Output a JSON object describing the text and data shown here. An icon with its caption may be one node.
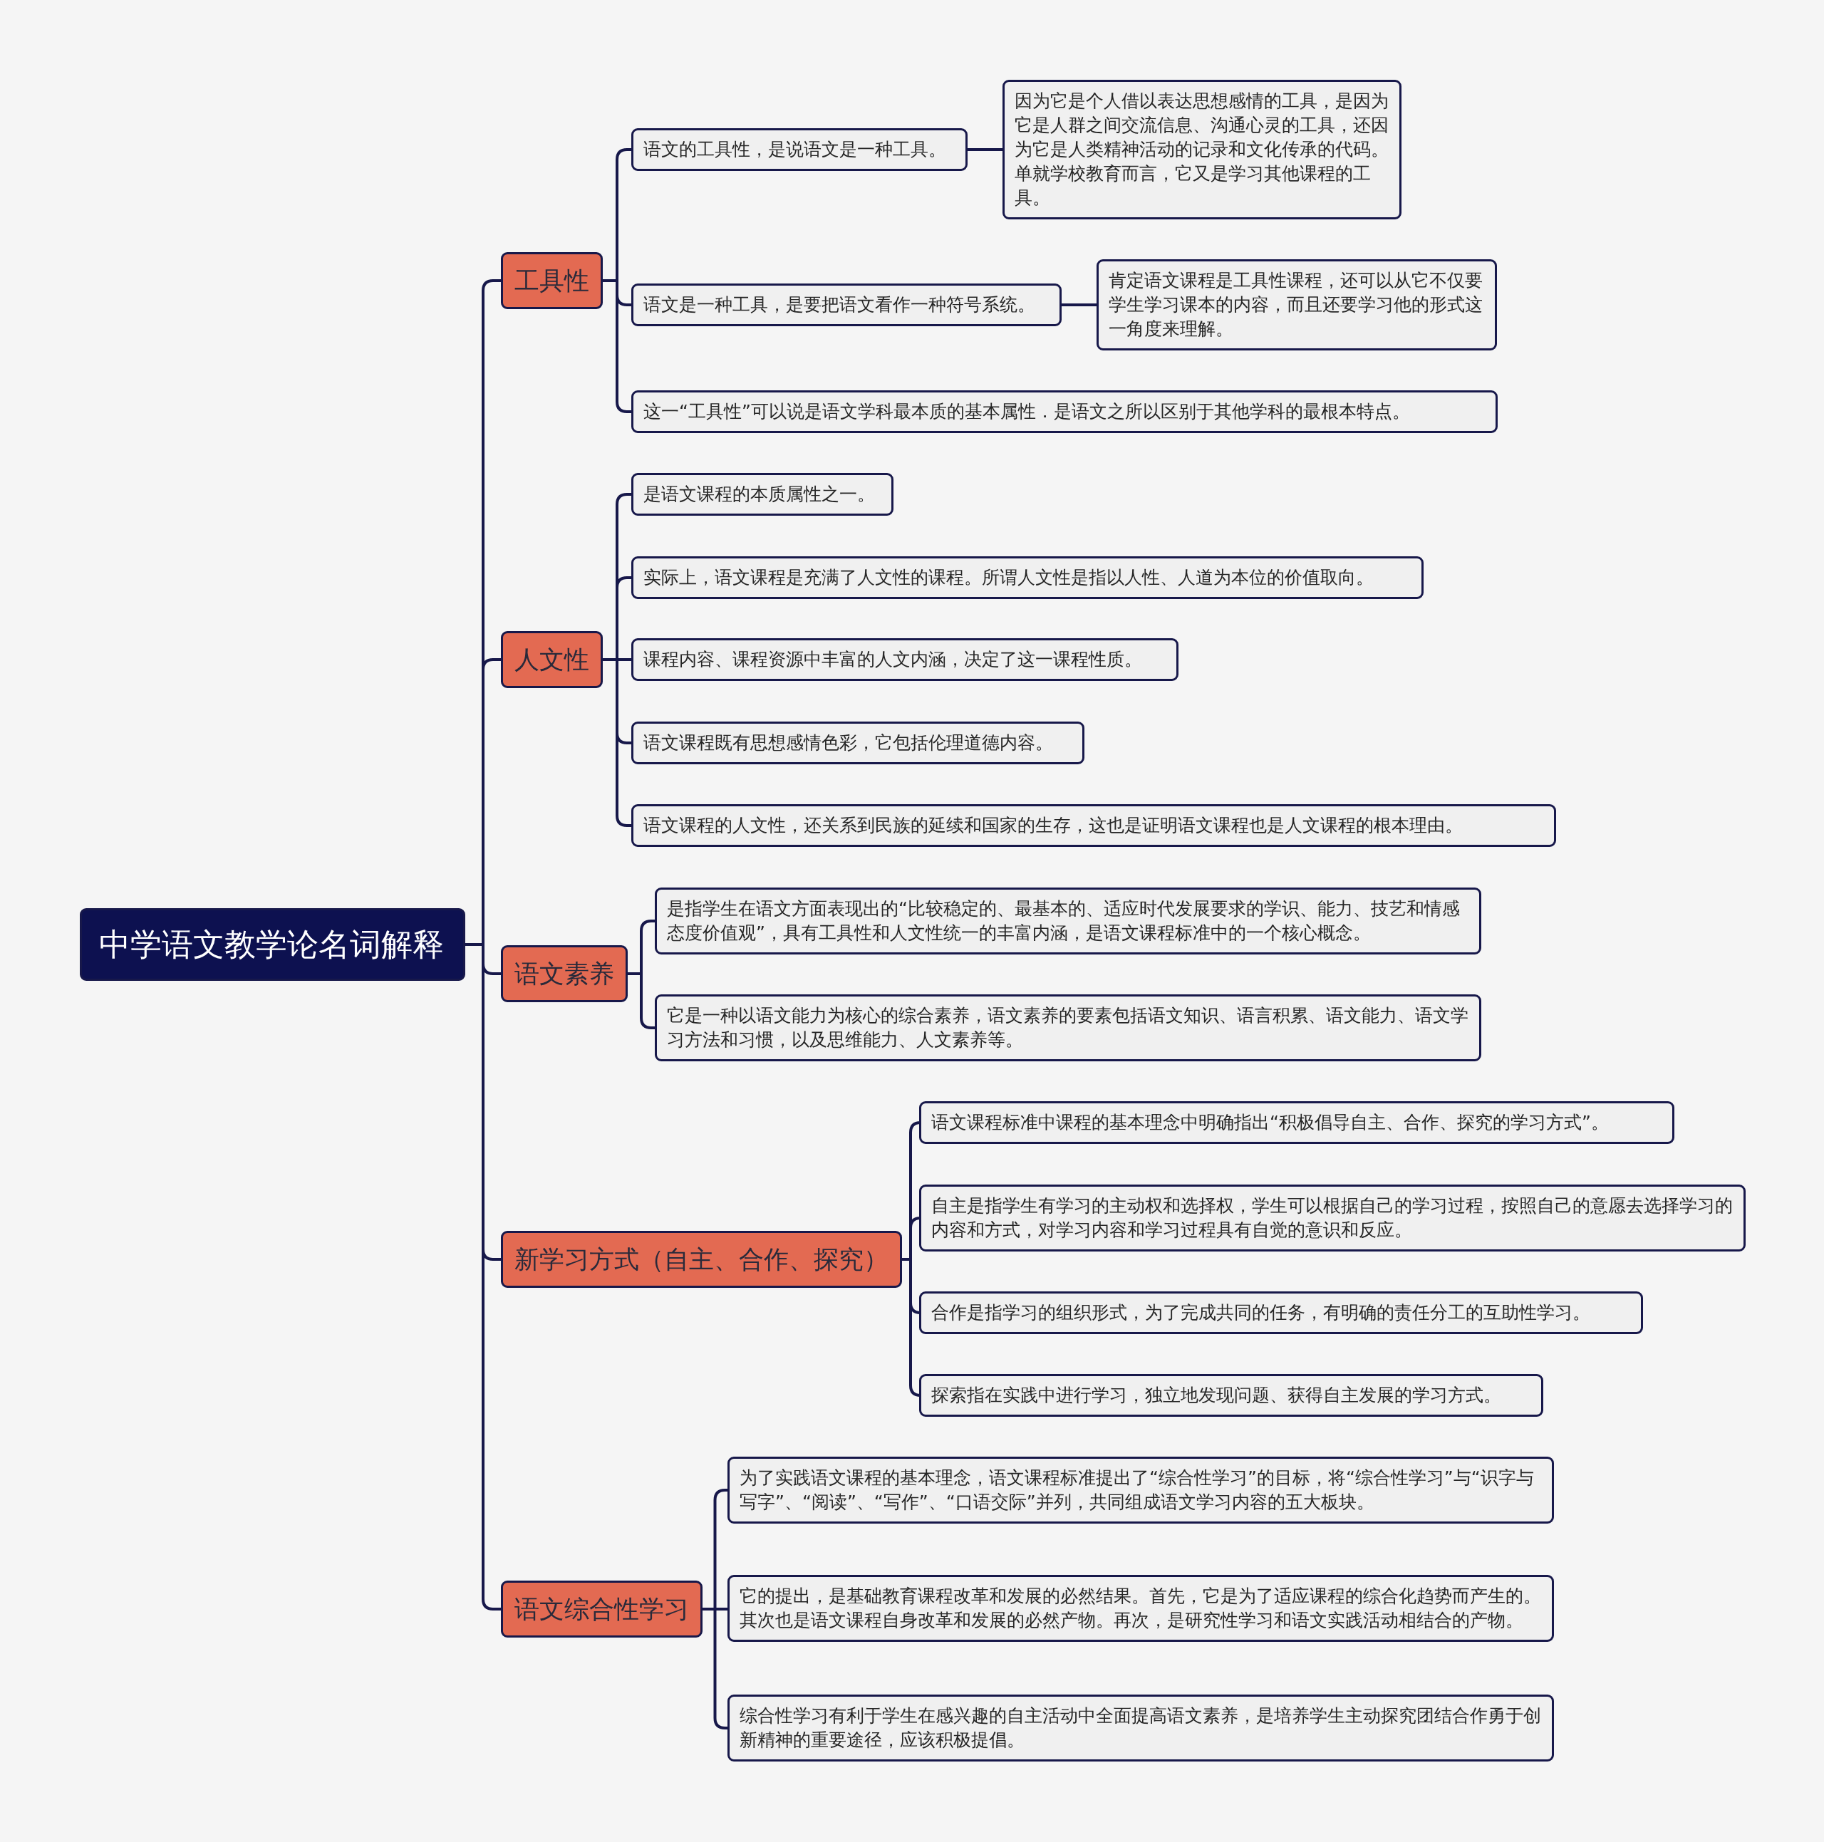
{
  "diagram": {
    "nodes": [
      {
        "text": [
          "中学语文教学论名词解释"
        ]
      },
      {
        "text": [
          "工具性"
        ]
      },
      {
        "text": [
          "语文的工具性，是说语文是一种工具。"
        ]
      },
      {
        "text": [
          "因为它是个人借以表达思想感情的工具，是因为它是人群之间交流信息、沟通心灵的工具，还因为它是人类精神活动的记录和文化传承的代码。单就学校教育而言，它又是学习其他课程的工具。"
        ]
      },
      {
        "text": [
          "语文是一种工具，是要把语文看作一种符号系统。"
        ]
      },
      {
        "text": [
          "肯定语文课程是工具性课程，还可以从它不仅要学生学习课本的内容，而且还要学习他的形式这一角度来理解。"
        ]
      },
      {
        "text": [
          "这一“工具性”可以说是语文学科最本质的基本属性．是语文之所以区别于其他学科的最根本特点。"
        ]
      },
      {
        "text": [
          "人文性"
        ]
      },
      {
        "text": [
          "是语文课程的本质属性之一。"
        ]
      },
      {
        "text": [
          "实际上，语文课程是充满了人文性的课程。所谓人文性是指以人性、人道为本位的价值取向。"
        ]
      },
      {
        "text": [
          "课程内容、课程资源中丰富的人文内涵，决定了这一课程性质。"
        ]
      },
      {
        "text": [
          "语文课程既有思想感情色彩，它包括伦理道德内容。"
        ]
      },
      {
        "text": [
          "语文课程的人文性，还关系到民族的延续和国家的生存，这也是证明语文课程也是人文课程的根本理由。"
        ]
      },
      {
        "text": [
          "语文素养"
        ]
      },
      {
        "text": [
          "是指学生在语文方面表现出的“比较稳定的、最基本的、适应时代发展要求的学识、能力、技艺和情感态度价值观”，具有工具性和人文性统一的丰富内涵，是语文课程标准中的一个核心概念。"
        ]
      },
      {
        "text": [
          "它是一种以语文能力为核心的综合素养，语文素养的要素包括语文知识、语言积累、语文能力、语文学习方法和习惯，以及思维能力、人文素养等。"
        ]
      },
      {
        "text": [
          "新学习方式（自主、合作、探究）"
        ]
      },
      {
        "text": [
          "语文课程标准中课程的基本理念中明确指出“积极倡导自主、合作、探究的学习方式”。"
        ]
      },
      {
        "text": [
          "自主是指学生有学习的主动权和选择权，学生可以根据自己的学习过程，按照自己的意愿去选择学习的内容和方式，对学习内容和学习过程具有自觉的意识和反应。"
        ]
      },
      {
        "text": [
          "合作是指学习的组织形式，为了完成共同的任务，有明确的责任分工的互助性学习。"
        ]
      },
      {
        "text": [
          "探索指在实践中进行学习，独立地发现问题、获得自主发展的学习方式。"
        ]
      },
      {
        "text": [
          "语文综合性学习"
        ]
      },
      {
        "text": [
          "为了实践语文课程的基本理念，语文课程标准提出了“综合性学习”的目标，将“综合性学习”与“识字与写字”、“阅读”、“写作”、“口语交际”并列，共同组成语文学习内容的五大板块。"
        ]
      },
      {
        "text": [
          "它的提出，是基础教育课程改革和发展的必然结果。首先，它是为了适应课程的综合化趋势而产生的。其次也是语文课程自身改革和发展的必然产物。再次，是研究性学习和语文实践活动相结合的产物。"
        ]
      },
      {
        "text": [
          "综合性学习有利于学生在感兴趣的自主活动中全面提高语文素养，是培养学生主动探究团结合作勇于创新精神的重要途径，应该积极提倡。"
        ]
      }
    ],
    "edges": [
      {
        "from": 0,
        "to": 1,
        "arrow": "none"
      },
      {
        "from": 0,
        "to": 7,
        "arrow": "none"
      },
      {
        "from": 0,
        "to": 13,
        "arrow": "none"
      },
      {
        "from": 0,
        "to": 16,
        "arrow": "none"
      },
      {
        "from": 0,
        "to": 21,
        "arrow": "none"
      },
      {
        "from": 1,
        "to": 2,
        "arrow": "none"
      },
      {
        "from": 1,
        "to": 4,
        "arrow": "none"
      },
      {
        "from": 1,
        "to": 6,
        "arrow": "none"
      },
      {
        "from": 2,
        "to": 3,
        "arrow": "none"
      },
      {
        "from": 4,
        "to": 5,
        "arrow": "none"
      },
      {
        "from": 7,
        "to": 8,
        "arrow": "none"
      },
      {
        "from": 7,
        "to": 9,
        "arrow": "none"
      },
      {
        "from": 7,
        "to": 10,
        "arrow": "none"
      },
      {
        "from": 7,
        "to": 11,
        "arrow": "none"
      },
      {
        "from": 7,
        "to": 12,
        "arrow": "none"
      },
      {
        "from": 13,
        "to": 14,
        "arrow": "none"
      },
      {
        "from": 13,
        "to": 15,
        "arrow": "none"
      },
      {
        "from": 16,
        "to": 17,
        "arrow": "none"
      },
      {
        "from": 16,
        "to": 18,
        "arrow": "none"
      },
      {
        "from": 16,
        "to": 19,
        "arrow": "none"
      },
      {
        "from": 16,
        "to": 20,
        "arrow": "none"
      },
      {
        "from": 21,
        "to": 22,
        "arrow": "none"
      },
      {
        "from": 21,
        "to": 23,
        "arrow": "none"
      },
      {
        "from": 21,
        "to": 24,
        "arrow": "none"
      }
    ]
  }
}
